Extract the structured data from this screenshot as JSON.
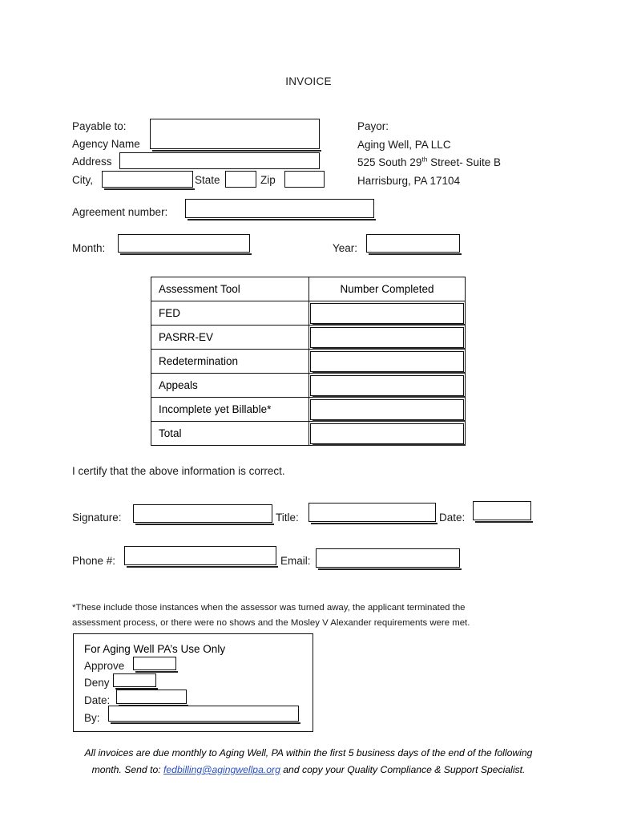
{
  "document": {
    "title": "INVOICE"
  },
  "payable": {
    "label_payable_to": "Payable to:",
    "label_agency_name": "Agency Name",
    "label_address": "Address",
    "label_city": "City,",
    "label_state": "State",
    "label_zip": "Zip",
    "agency_name_value": "",
    "address_value": "",
    "city_value": "",
    "state_value": "",
    "zip_value": ""
  },
  "payor": {
    "label": "Payor:",
    "line1": "Aging Well, PA LLC",
    "line2_pre": "525 South 29",
    "line2_sup": "th",
    "line2_post": " Street- Suite B",
    "line3": "Harrisburg, PA 17104"
  },
  "agreement": {
    "label": "Agreement number:",
    "value": ""
  },
  "period": {
    "month_label": "Month:",
    "month_value": "",
    "year_label": "Year:",
    "year_value": ""
  },
  "table": {
    "headers": [
      "Assessment Tool",
      "Number Completed"
    ],
    "rows": [
      {
        "tool": "FED",
        "count": ""
      },
      {
        "tool": "PASRR-EV",
        "count": ""
      },
      {
        "tool": "Redetermination",
        "count": ""
      },
      {
        "tool": "Appeals",
        "count": ""
      },
      {
        "tool": "Incomplete yet Billable*",
        "count": ""
      },
      {
        "tool": "Total",
        "count": ""
      }
    ]
  },
  "certify": {
    "text": "I certify that the above information is correct."
  },
  "signature": {
    "signature_label": "Signature:",
    "signature_value": "",
    "title_label": "Title:",
    "title_value": "",
    "date_label": "Date:",
    "date_value": "",
    "phone_label": "Phone #:",
    "phone_value": "",
    "email_label": "Email:",
    "email_value": ""
  },
  "footnote": {
    "line1": "*These include those instances when the assessor was turned away, the applicant terminated the",
    "line2": "assessment process, or there were no shows and the Mosley V Alexander requirements were met."
  },
  "use_only": {
    "title": "For Aging Well PA’s Use Only",
    "approve_label": "Approve",
    "approve_value": "",
    "deny_label": "Deny",
    "deny_value": "",
    "date_label": "Date:",
    "date_value": "",
    "by_label": "By:",
    "by_value": ""
  },
  "footer": {
    "line1": "All invoices are due monthly to Aging Well, PA within the first 5 business days of the end of the following",
    "line2_pre": "month.  Send to: ",
    "email": "fedbilling@agingwellpa.org",
    "line2_post": " and copy your Quality Compliance & Support Specialist."
  },
  "colors": {
    "text": "#1a1a1a",
    "border": "#111111",
    "link": "#2a4fc4",
    "background": "#ffffff"
  }
}
